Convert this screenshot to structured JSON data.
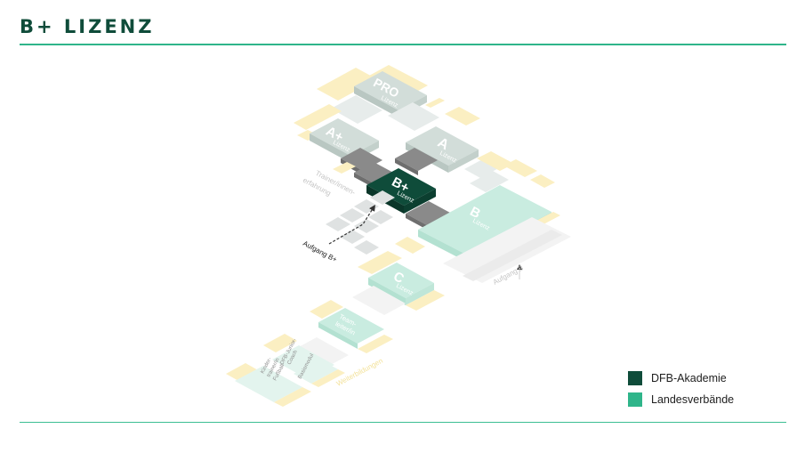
{
  "header": {
    "title": "B+ LIZENZ"
  },
  "diagram": {
    "levels": {
      "pro": {
        "big": "PRO",
        "small": "Lizenz"
      },
      "a_plus": {
        "big": "A+",
        "small": "Lizenz"
      },
      "a": {
        "big": "A",
        "small": "Lizenz"
      },
      "b_plus": {
        "big": "B+",
        "small": "Lizenz"
      },
      "b": {
        "big": "B",
        "small": "Lizenz"
      },
      "c": {
        "big": "C",
        "small": "Lizenz"
      },
      "teamleiter": {
        "line1": "Team-",
        "line2": "leiter/in"
      },
      "kinder": {
        "line1": "Kinder-",
        "line2": "trainer/in",
        "line3": "Fußball"
      },
      "dfb_junior": {
        "line1": "DFB-Junior-",
        "line2": "Coach"
      },
      "basis": {
        "line1": "Basismodul"
      }
    },
    "annotations": {
      "trainer_erfahrung_1": "Trainer/innen-",
      "trainer_erfahrung_2": "erfahrung",
      "aufgang_b_plus": "Aufgang B+",
      "aufgang_b": "Aufgang B",
      "weiterbildungen": "Weiterbildungen"
    },
    "colors": {
      "dfb_akademie": "#0f4c3a",
      "landesverbaende": "#2fb58a",
      "faded_grey": "#c7d3cf",
      "faded_green": "#c9ece0",
      "cream": "#fbefc2",
      "dark_grey": "#8a8a8a"
    }
  },
  "legend": {
    "items": [
      {
        "label": "DFB-Akademie",
        "color": "#0f4c3a"
      },
      {
        "label": "Landesverbände",
        "color": "#2fb58a"
      }
    ]
  }
}
